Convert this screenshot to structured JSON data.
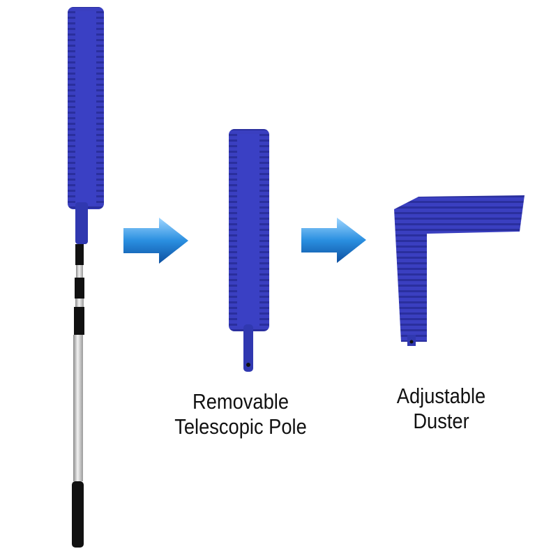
{
  "captions": {
    "pole": {
      "line1": "Removable",
      "line2": "Telescopic Pole"
    },
    "duster": {
      "line1": "Adjustable",
      "line2": "Duster"
    }
  },
  "colors": {
    "duster_blue": "#3a3fc0",
    "arrow_blue": "#2a8fe0",
    "pole_silver": "#c8c8c8",
    "grip_black": "#111111",
    "background": "#ffffff"
  },
  "icons": [
    "arrow-right-icon",
    "arrow-right-icon"
  ]
}
